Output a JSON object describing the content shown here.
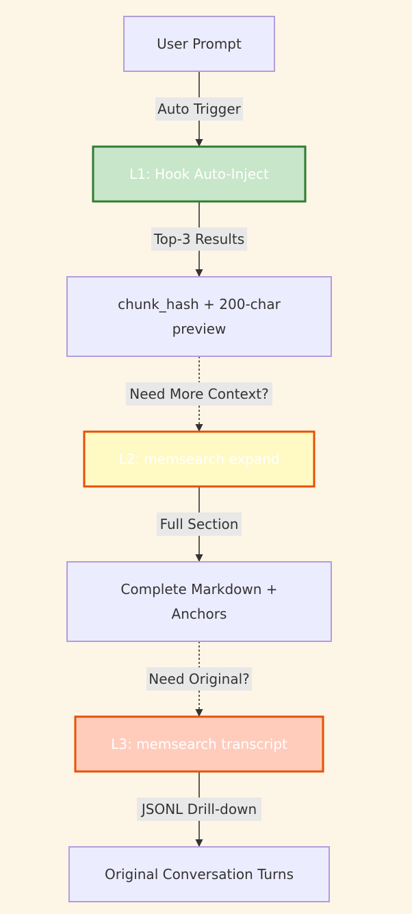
{
  "nodes": [
    {
      "id": "user-prompt",
      "lines": [
        "User Prompt"
      ],
      "fill": "#ececff",
      "stroke": "#b39ddb",
      "text_color": "#333333"
    },
    {
      "id": "l1-hook",
      "lines": [
        "L1: Hook Auto-Inject"
      ],
      "fill": "#c8e6c9",
      "stroke": "#2e7d32",
      "text_color": "#ffffff"
    },
    {
      "id": "chunk-preview",
      "lines": [
        "chunk_hash + 200-char",
        "preview"
      ],
      "fill": "#ececff",
      "stroke": "#b39ddb",
      "text_color": "#333333"
    },
    {
      "id": "l2-expand",
      "lines": [
        "L2: memsearch expand"
      ],
      "fill": "#fff9c4",
      "stroke": "#e65100",
      "text_color": "#ffffff"
    },
    {
      "id": "markdown-anchors",
      "lines": [
        "Complete Markdown +",
        "Anchors"
      ],
      "fill": "#ececff",
      "stroke": "#b39ddb",
      "text_color": "#333333"
    },
    {
      "id": "l3-transcript",
      "lines": [
        "L3: memsearch transcript"
      ],
      "fill": "#ffccbc",
      "stroke": "#e65100",
      "text_color": "#ffffff"
    },
    {
      "id": "original-turns",
      "lines": [
        "Original Conversation Turns"
      ],
      "fill": "#ececff",
      "stroke": "#b39ddb",
      "text_color": "#333333"
    }
  ],
  "edges": [
    {
      "from": "user-prompt",
      "to": "l1-hook",
      "label": "Auto Trigger",
      "style": "solid"
    },
    {
      "from": "l1-hook",
      "to": "chunk-preview",
      "label": "Top-3 Results",
      "style": "solid"
    },
    {
      "from": "chunk-preview",
      "to": "l2-expand",
      "label": "Need More Context?",
      "style": "dotted"
    },
    {
      "from": "l2-expand",
      "to": "markdown-anchors",
      "label": "Full Section",
      "style": "solid"
    },
    {
      "from": "markdown-anchors",
      "to": "l3-transcript",
      "label": "Need Original?",
      "style": "dotted"
    },
    {
      "from": "l3-transcript",
      "to": "original-turns",
      "label": "JSONL Drill-down",
      "style": "solid"
    }
  ],
  "colors": {
    "background": "#fdf5e6",
    "edge": "#333333",
    "edge_label_bg": "#e8e8e8"
  }
}
